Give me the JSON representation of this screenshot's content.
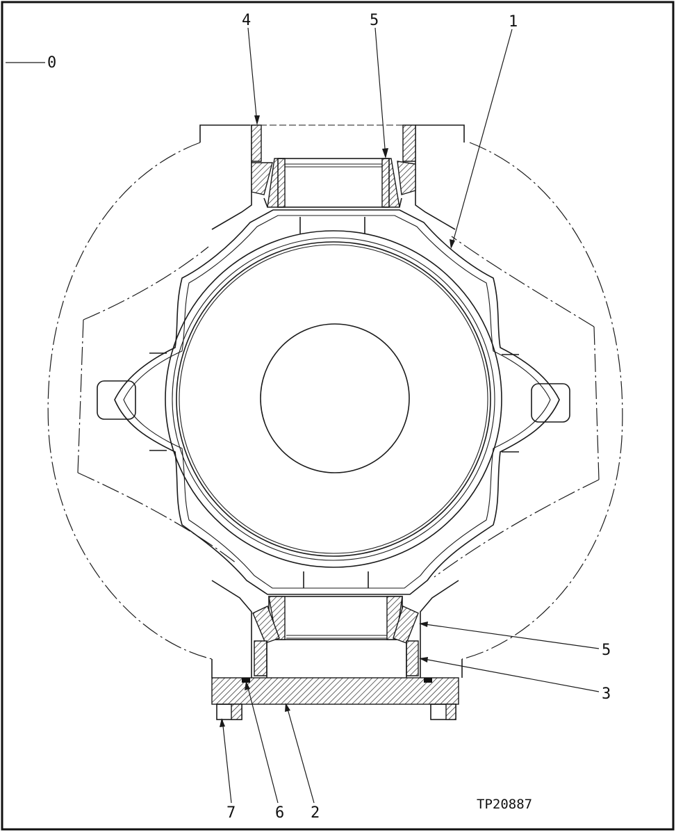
{
  "figure": {
    "code": "TP20887",
    "callouts": [
      {
        "id": "callout-1",
        "text": "1"
      },
      {
        "id": "callout-2",
        "text": "2"
      },
      {
        "id": "callout-3",
        "text": "3"
      },
      {
        "id": "callout-4",
        "text": "4"
      },
      {
        "id": "callout-5-top",
        "text": "5"
      },
      {
        "id": "callout-5-right",
        "text": "5"
      },
      {
        "id": "callout-6",
        "text": "6"
      },
      {
        "id": "callout-7",
        "text": "7"
      },
      {
        "id": "callout-0",
        "text": "0"
      }
    ]
  }
}
